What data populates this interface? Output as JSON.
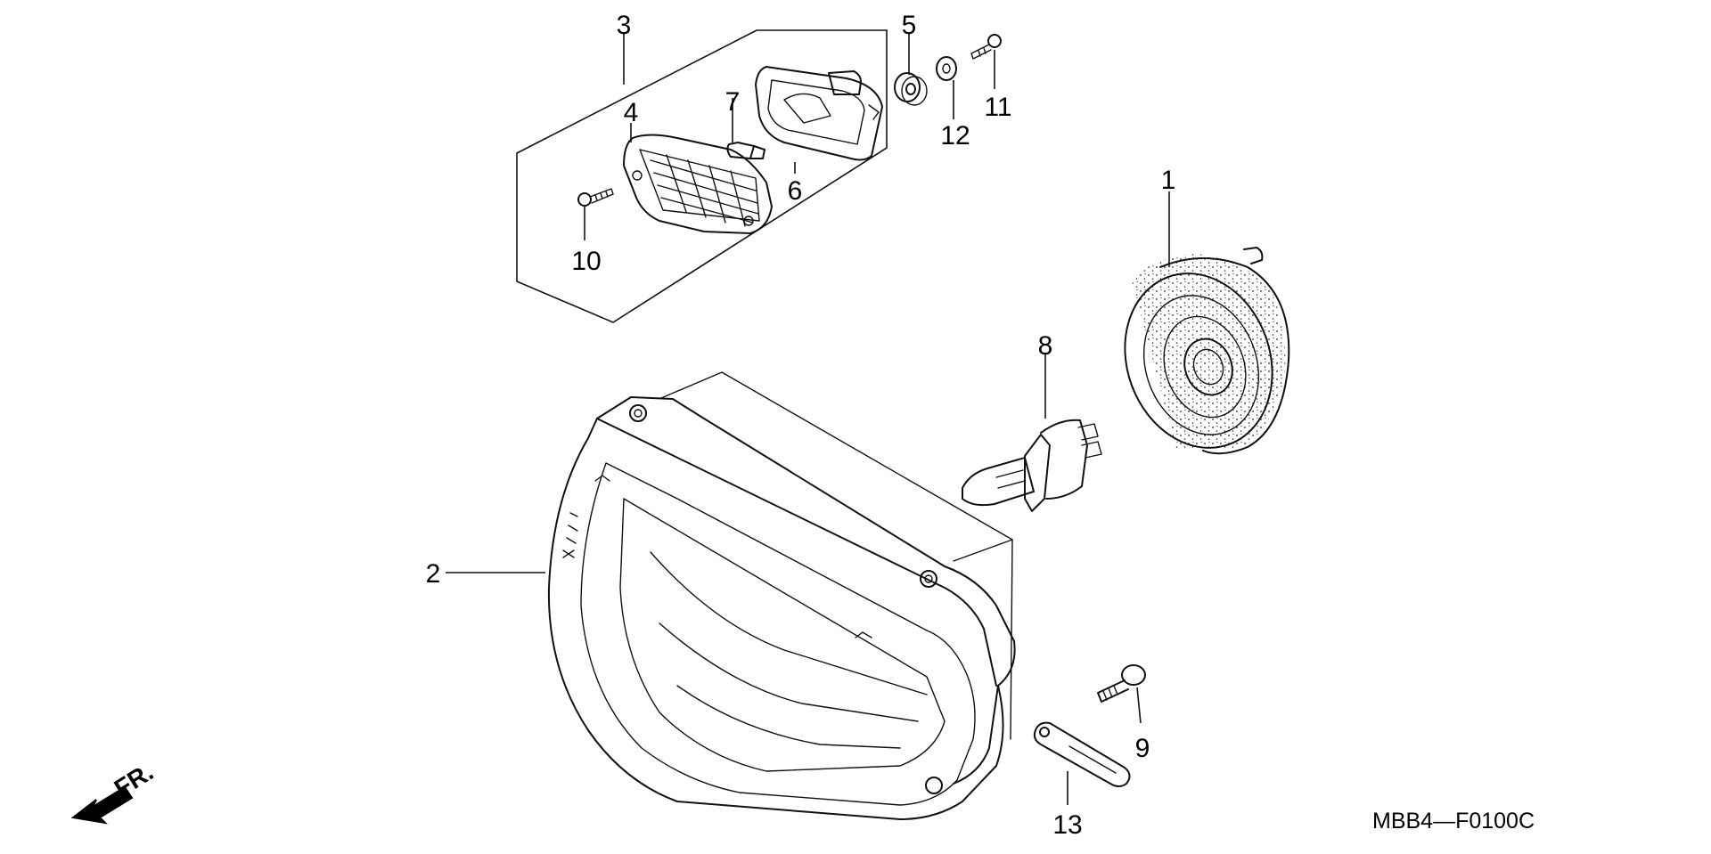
{
  "diagram": {
    "drawing_code": "MBB4—F0100C",
    "front_marker": "FR.",
    "callouts": [
      {
        "id": "1",
        "label": "1"
      },
      {
        "id": "2",
        "label": "2"
      },
      {
        "id": "3",
        "label": "3"
      },
      {
        "id": "4",
        "label": "4"
      },
      {
        "id": "5",
        "label": "5"
      },
      {
        "id": "6",
        "label": "6"
      },
      {
        "id": "7",
        "label": "7"
      },
      {
        "id": "8",
        "label": "8"
      },
      {
        "id": "9",
        "label": "9"
      },
      {
        "id": "10",
        "label": "10"
      },
      {
        "id": "11",
        "label": "11"
      },
      {
        "id": "12",
        "label": "12"
      },
      {
        "id": "13",
        "label": "13"
      }
    ]
  }
}
